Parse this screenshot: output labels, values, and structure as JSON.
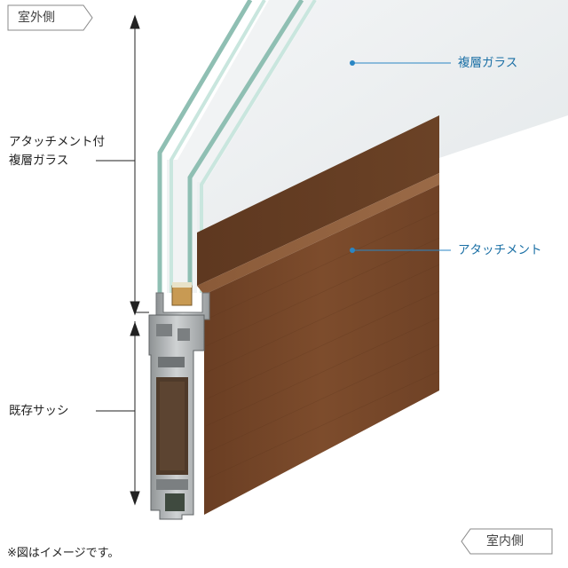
{
  "tags": {
    "outdoor": "室外側",
    "indoor": "室内側"
  },
  "labels": {
    "multilayer_glass": "複層ガラス",
    "attachment": "アタッチメント",
    "attachment_glass_line1": "アタッチメント付",
    "attachment_glass_line2": "複層ガラス",
    "existing_sash": "既存サッシ"
  },
  "note": "※図はイメージです。",
  "colors": {
    "wood_brown": "#7a4a2b",
    "aluminum": "#b7bbbd",
    "label_blue": "#1a6fa5",
    "glass_edge": "#9fd3c6"
  }
}
